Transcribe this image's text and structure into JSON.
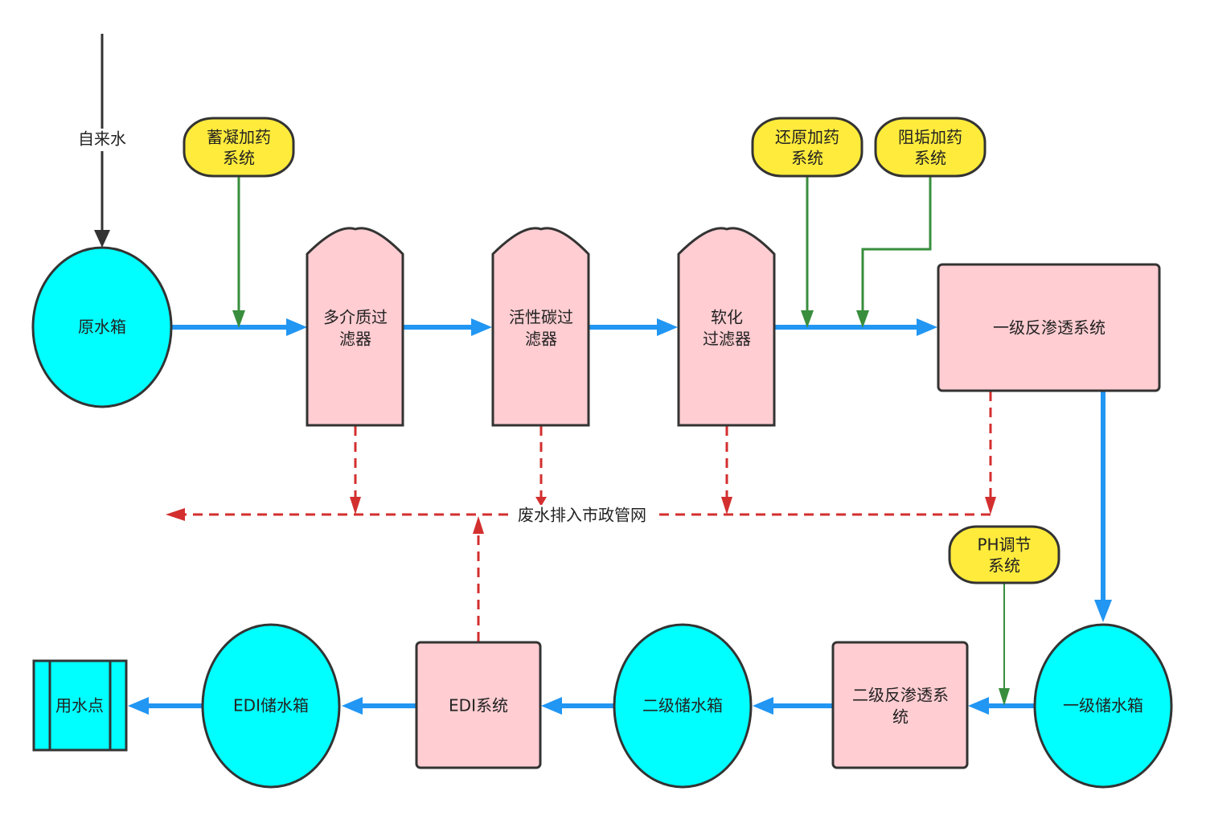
{
  "title": "水处理工艺流程图",
  "colors": {
    "tank": "#00ffff",
    "process": "#ffcdd2",
    "dosing": "#ffeb3b",
    "main_flow": "#2196f3",
    "dosing_flow": "#388e3c",
    "waste_flow": "#d32f2f",
    "inlet_flow": "#333333",
    "outline": "#333333"
  },
  "nodes": {
    "tap_water": {
      "label": "自来水"
    },
    "raw_tank": {
      "label": "原水箱"
    },
    "coag_dosing": {
      "lines": [
        "蓄凝加药",
        "系统"
      ]
    },
    "multimedia_filter": {
      "lines": [
        "多介质过",
        "滤器"
      ]
    },
    "carbon_filter": {
      "lines": [
        "活性碳过",
        "滤器"
      ]
    },
    "softener": {
      "lines": [
        "软化",
        "过滤器"
      ]
    },
    "reduction_dosing": {
      "lines": [
        "还原加药",
        "系统"
      ]
    },
    "antiscalant_dosing": {
      "lines": [
        "阻垢加药",
        "系统"
      ]
    },
    "ro1": {
      "label": "一级反渗透系统"
    },
    "wastewater": {
      "label": "废水排入市政管网"
    },
    "ph_dosing": {
      "lines": [
        "PH调节",
        "系统"
      ]
    },
    "tank1": {
      "label": "一级储水箱"
    },
    "ro2": {
      "lines": [
        "二级反渗透系",
        "统"
      ]
    },
    "tank2": {
      "label": "二级储水箱"
    },
    "edi": {
      "label": "EDI系统"
    },
    "edi_tank": {
      "label": "EDI储水箱"
    },
    "use_point": {
      "label": "用水点"
    }
  }
}
